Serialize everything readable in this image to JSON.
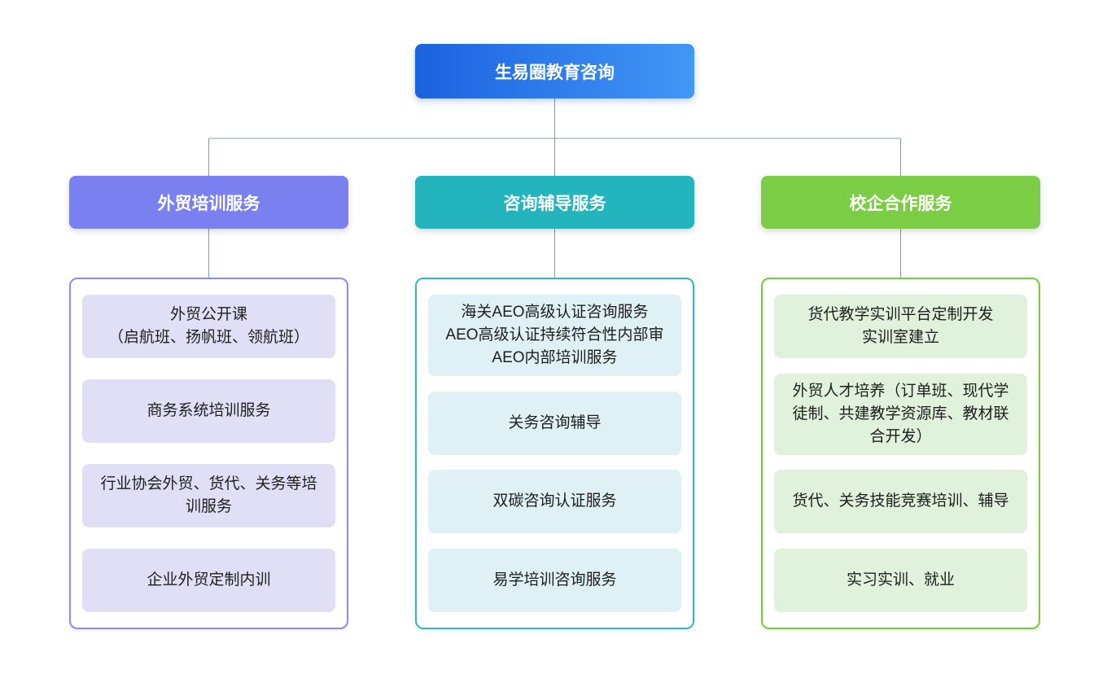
{
  "canvas": {
    "background": "#FFFFFF",
    "connector_color": "#8C9AA6"
  },
  "root": {
    "label": "生易圈教育咨询",
    "gradient_from": "#1C62E0",
    "gradient_to": "#4197F6"
  },
  "branches": [
    {
      "id": "trade-training",
      "label": "外贸培训服务",
      "header_color": "#7A80F0",
      "border_color": "#8B8BF5",
      "item_bg_color": "#E1DFF6",
      "items": [
        "外贸公开课\n（启航班、扬帆班、领航班）",
        "商务系统培训服务",
        "行业协会外贸、货代、关务等培训服务",
        "企业外贸定制内训"
      ]
    },
    {
      "id": "consulting-coaching",
      "label": "咨询辅导服务",
      "header_color": "#23B4BD",
      "border_color": "#2EBAC3",
      "item_bg_color": "#DFF1F4",
      "items": [
        "海关AEO高级认证咨询服务\nAEO高级认证持续符合性内部审\nAEO内部培训服务",
        "关务咨询辅导",
        "双碳咨询认证服务",
        "易学培训咨询服务"
      ]
    },
    {
      "id": "school-enterprise",
      "label": "校企合作服务",
      "header_color": "#7ACD45",
      "border_color": "#70CE3A",
      "item_bg_color": "#E0F2DC",
      "items": [
        "货代教学实训平台定制开发\n实训室建立",
        "外贸人才培养（订单班、现代学徒制、共建教学资源库、教材联合开发）",
        "货代、关务技能竞赛培训、辅导",
        "实习实训、就业"
      ]
    }
  ]
}
